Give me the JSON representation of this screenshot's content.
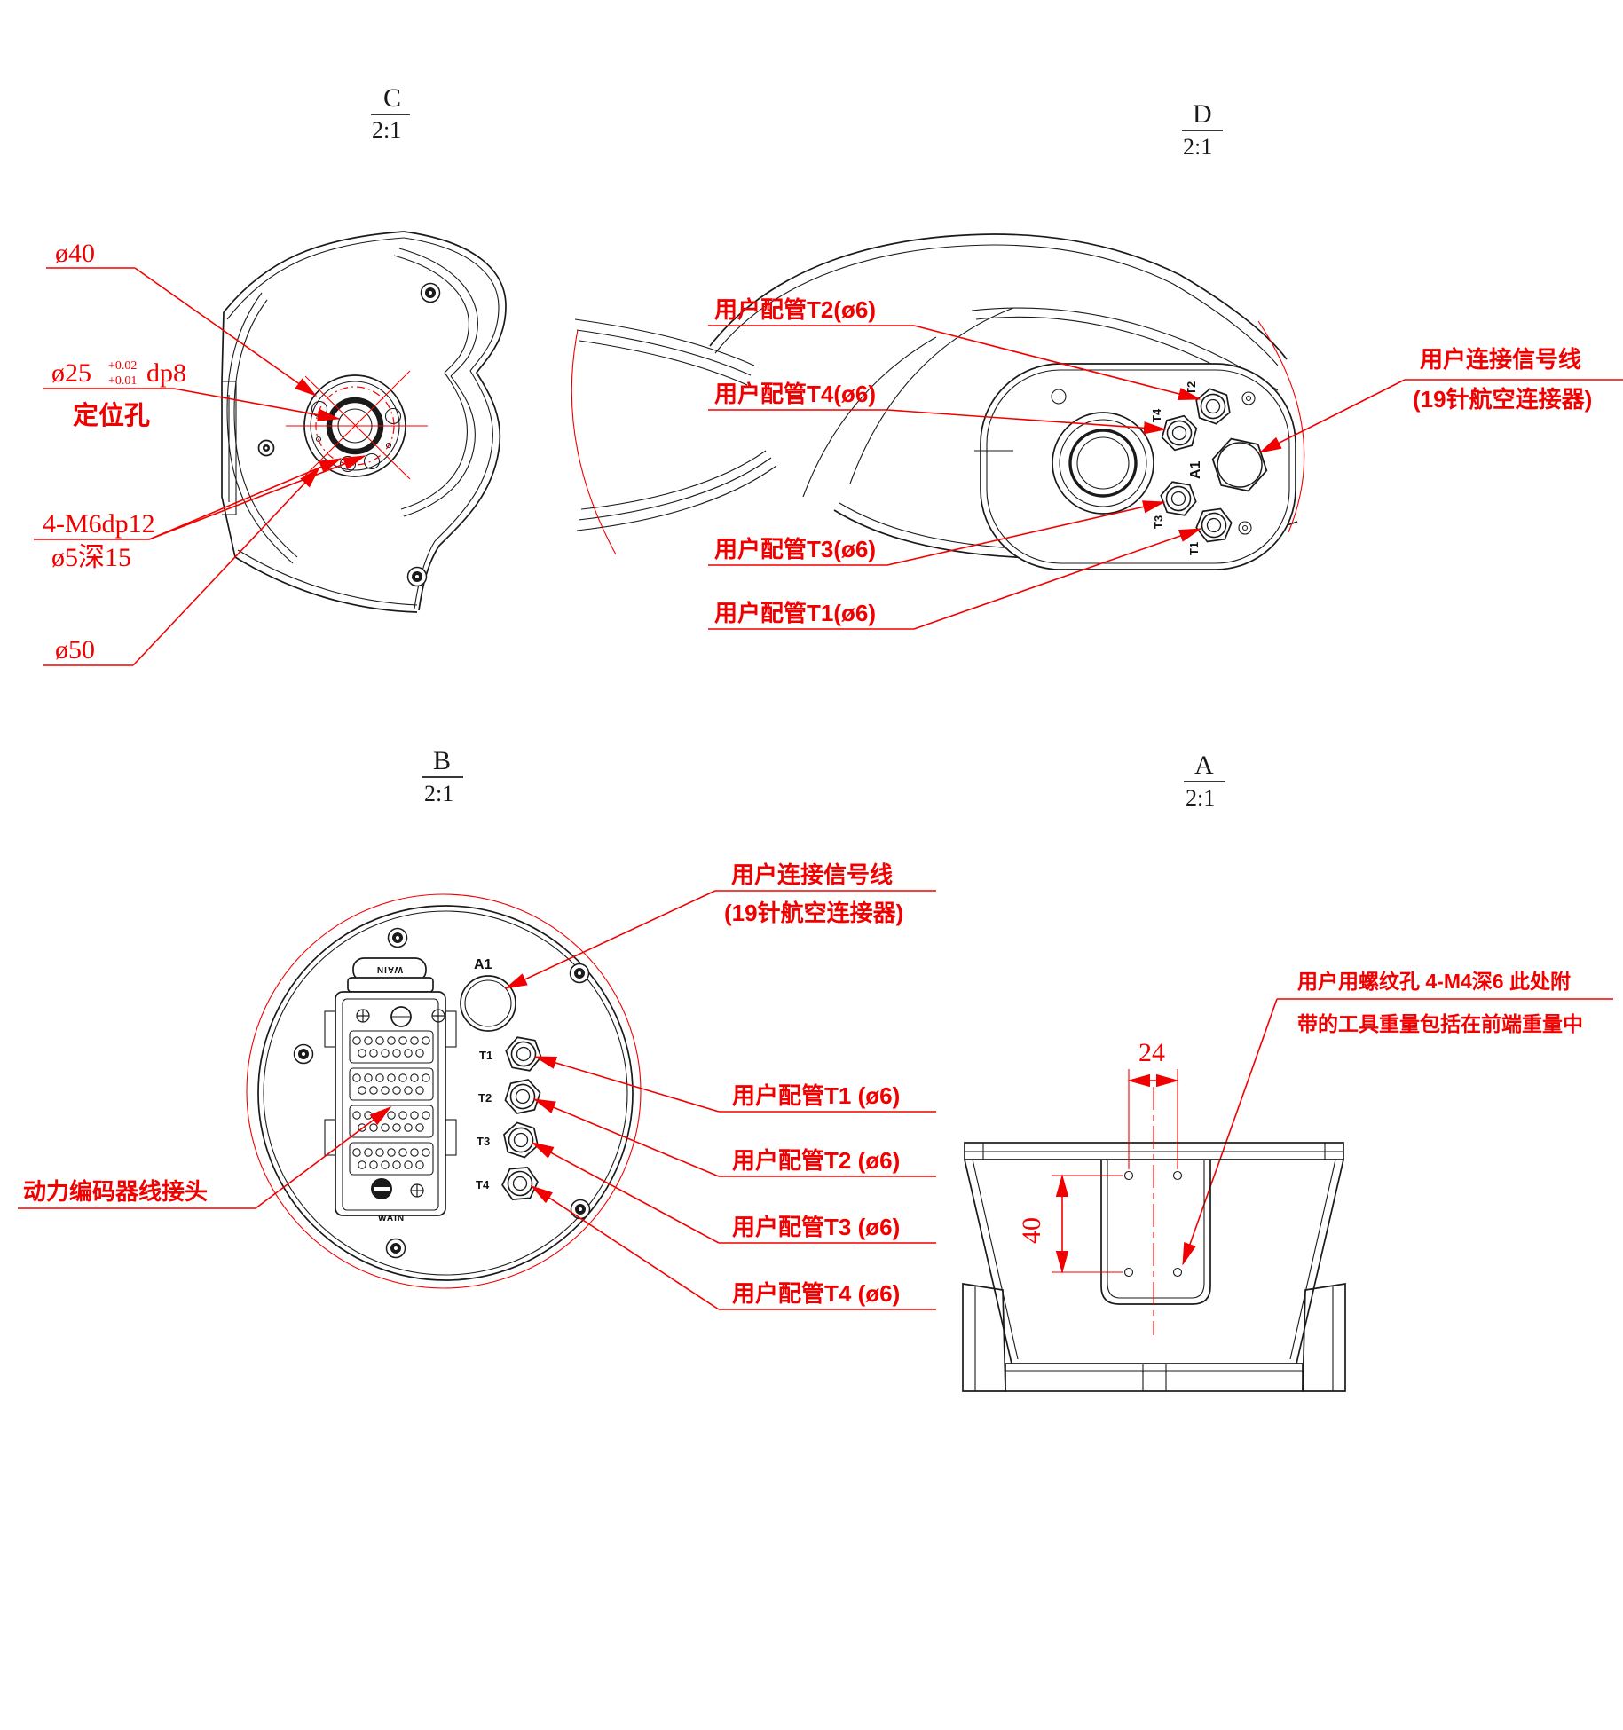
{
  "document": {
    "type": "engineering-detail-views",
    "colors": {
      "annotation": "#f20000",
      "line": "#1a1a1a",
      "background": "#ffffff"
    }
  },
  "views": {
    "c": {
      "letter": "C",
      "scale": "2:1",
      "dia40": "ø40",
      "dia25": "ø25",
      "tol_up": "+0.02",
      "tol_dn": "+0.01",
      "dp8": "dp8",
      "locating": "定位孔",
      "thread": "4-M6dp12",
      "depth": "ø5深15",
      "dia50": "ø50"
    },
    "d": {
      "letter": "D",
      "scale": "2:1",
      "pipe_t2": "用户配管T2(ø6)",
      "pipe_t4": "用户配管T4(ø6)",
      "pipe_t3": "用户配管T3(ø6)",
      "pipe_t1": "用户配管T1(ø6)",
      "signal1": "用户连接信号线",
      "signal2": "(19针航空连接器)",
      "port_t1": "T1",
      "port_t2": "T2",
      "port_t3": "T3",
      "port_t4": "T4",
      "port_a1": "A1"
    },
    "b": {
      "letter": "B",
      "scale": "2:1",
      "encoder": "动力编码器线接头",
      "signal1": "用户连接信号线",
      "signal2": "(19针航空连接器)",
      "pipe_t1": "用户配管T1 (ø6)",
      "pipe_t2": "用户配管T2 (ø6)",
      "pipe_t3": "用户配管T3 (ø6)",
      "pipe_t4": "用户配管T4 (ø6)",
      "port_t1": "T1",
      "port_t2": "T2",
      "port_t3": "T3",
      "port_t4": "T4",
      "port_a1": "A1",
      "brand": "WAIN",
      "brand_top": "WAIN"
    },
    "a": {
      "letter": "A",
      "scale": "2:1",
      "note1": "用户用螺纹孔 4-M4深6 此处附",
      "note2": "带的工具重量包括在前端重量中",
      "dim_w": "24",
      "dim_h": "40"
    }
  }
}
